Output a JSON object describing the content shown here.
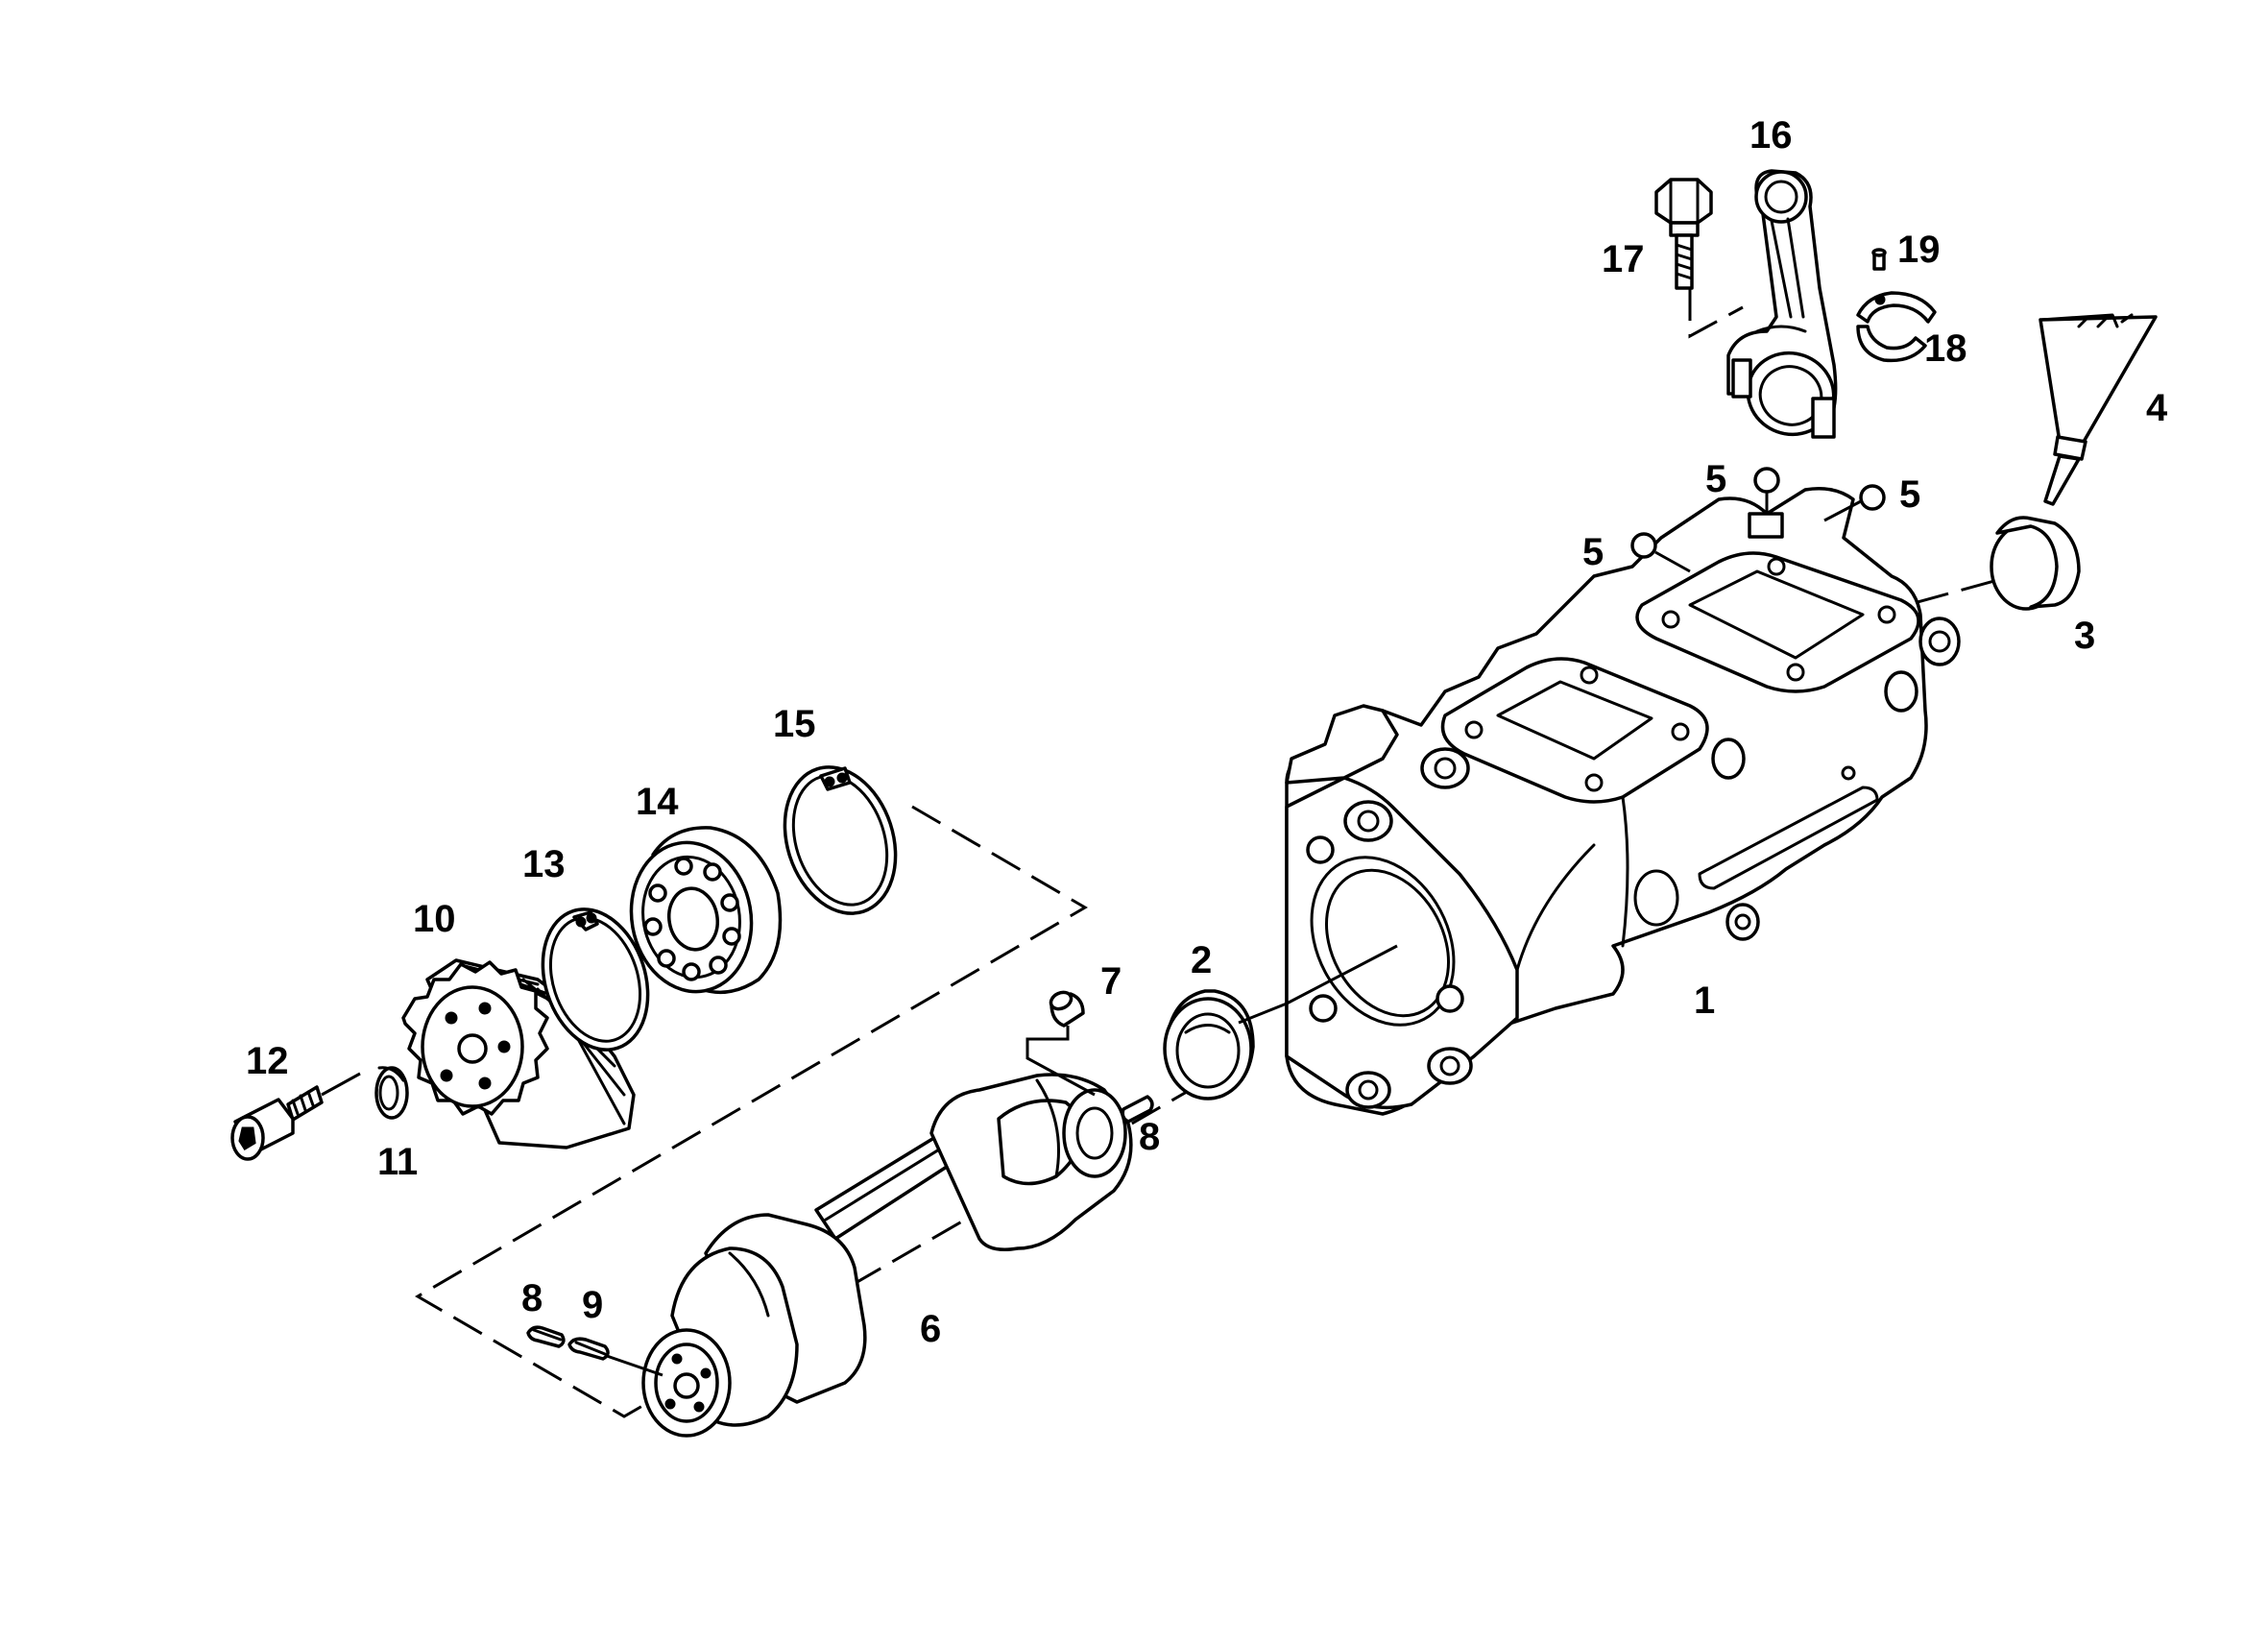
{
  "callouts": {
    "c1": "1",
    "c2": "2",
    "c3": "3",
    "c4": "4",
    "c5a": "5",
    "c5b": "5",
    "c5c": "5",
    "c6": "6",
    "c7": "7",
    "c8a": "8",
    "c8b": "8",
    "c9": "9",
    "c10": "10",
    "c11": "11",
    "c12": "12",
    "c13": "13",
    "c14": "14",
    "c15": "15",
    "c16": "16",
    "c17": "17",
    "c18": "18",
    "c19": "19"
  },
  "colors": {
    "ink": "#000000",
    "paper": "#ffffff"
  }
}
